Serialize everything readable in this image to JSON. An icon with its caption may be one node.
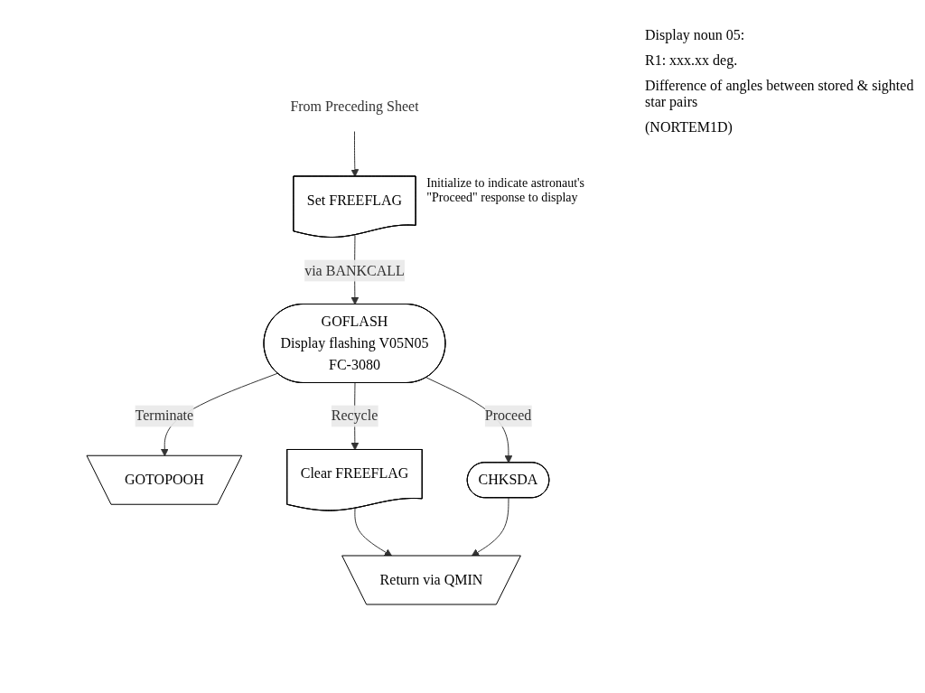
{
  "diagram": {
    "nodes": [
      {
        "text": [
          "From Preceding Sheet"
        ]
      },
      {
        "text": [
          "Set FREEFLAG"
        ],
        "beside": [
          "Initialize to indicate astronaut's \"Proceed\" response to display"
        ]
      },
      {
        "text": [
          "GOFLASH",
          "Display flashing V05N05",
          "FC-3080"
        ]
      },
      {
        "text": [
          "GOTOPOOH"
        ]
      },
      {
        "text": [
          "Clear FREEFLAG"
        ]
      },
      {
        "text": [
          "CHKSDA"
        ]
      },
      {
        "text": [
          "Return via QMIN"
        ]
      }
    ],
    "edges": [
      {
        "from": 0,
        "to": 1,
        "arrow": "to"
      },
      {
        "from": 1,
        "to": 2,
        "arrow": "to",
        "label": "via BANKCALL"
      },
      {
        "from": 2,
        "to": 3,
        "arrow": "to",
        "label": "Terminate"
      },
      {
        "from": 2,
        "to": 4,
        "arrow": "to",
        "label": "Recycle"
      },
      {
        "from": 2,
        "to": 5,
        "arrow": "to",
        "label": "Proceed"
      },
      {
        "from": 4,
        "to": 6,
        "arrow": "to"
      },
      {
        "from": 5,
        "to": 6,
        "arrow": "to"
      }
    ],
    "labels": [
      "Display noun 05:",
      "R1: xxx.xx deg.",
      "Difference of angles between stored & sighted star pairs",
      "(NORTEM1D)"
    ]
  }
}
